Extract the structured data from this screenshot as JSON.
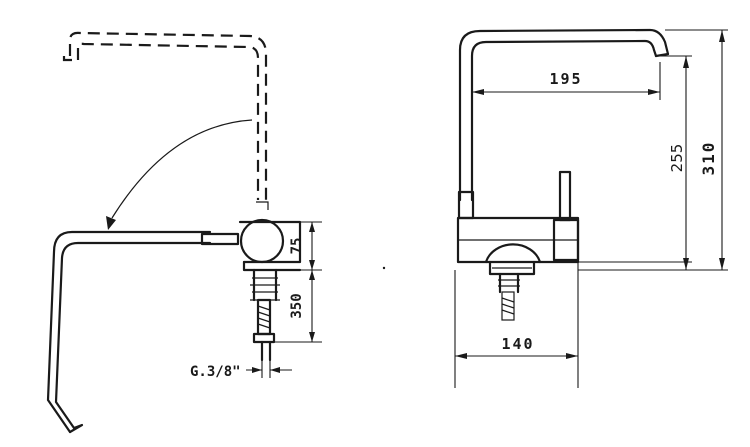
{
  "dimensions": {
    "left_view": {
      "body_height": "75",
      "tail_length": "350",
      "thread": "G.3/8\""
    },
    "right_view": {
      "spout_reach": "195",
      "spout_height": "255",
      "total_height": "310",
      "base_width": "140"
    }
  }
}
